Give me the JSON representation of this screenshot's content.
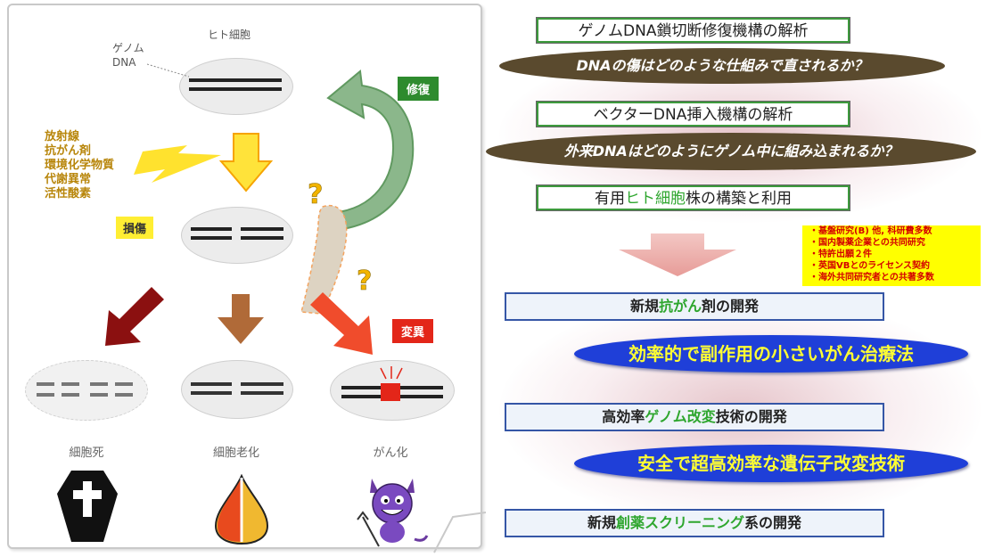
{
  "left": {
    "cell_title": "ヒト細胞",
    "genome_label_line1": "ゲノム",
    "genome_label_line2": "DNA",
    "stressors": [
      "放射線",
      "抗がん剤",
      "環境化学物質",
      "代謝異常",
      "活性酸素"
    ],
    "repair_label": "修復",
    "damage_label": "損傷",
    "mutation_label": "変異",
    "outcomes": [
      "細胞死",
      "細胞老化",
      "がん化"
    ],
    "icons": [
      "coffin-icon",
      "drop-icon",
      "devil-icon"
    ]
  },
  "right": {
    "box1": "ゲノムDNA鎖切断修復機構の解析",
    "pill1": "DNAの傷はどのような仕組みで直されるか？",
    "box2": "ベクターDNA挿入機構の解析",
    "pill2": "外来DNAはどのようにゲノム中に組み込まれるか？",
    "box3_pre": "有用",
    "box3_hl": "ヒト細胞",
    "box3_post": "株の構築と利用",
    "notes": [
      "・基盤研究(B) 他, 科研費多数",
      "・国内製薬企業との共同研究",
      "・特許出願２件",
      "・英国VBとのライセンス契約",
      "・海外共同研究者との共著多数"
    ],
    "dev1_pre": "新規",
    "dev1_hl": "抗がん",
    "dev1_post": "剤の開発",
    "blue_pill1": "効率的で副作用の小さいがん治療法",
    "dev2_pre": "高効率",
    "dev2_hl": "ゲノム改変",
    "dev2_post": "技術の開発",
    "blue_pill2": "安全で超高効率な遺伝子改変技術",
    "dev3_pre": "新規",
    "dev3_hl": "創薬スクリーニング",
    "dev3_post": "系の開発"
  },
  "colors": {
    "green_accent": "#2e8b2e",
    "blue_accent": "#1f3fd8",
    "olive_pill": "#5a4a2e",
    "highlight_yellow": "#ffff00",
    "mutation_red": "#e32619"
  }
}
